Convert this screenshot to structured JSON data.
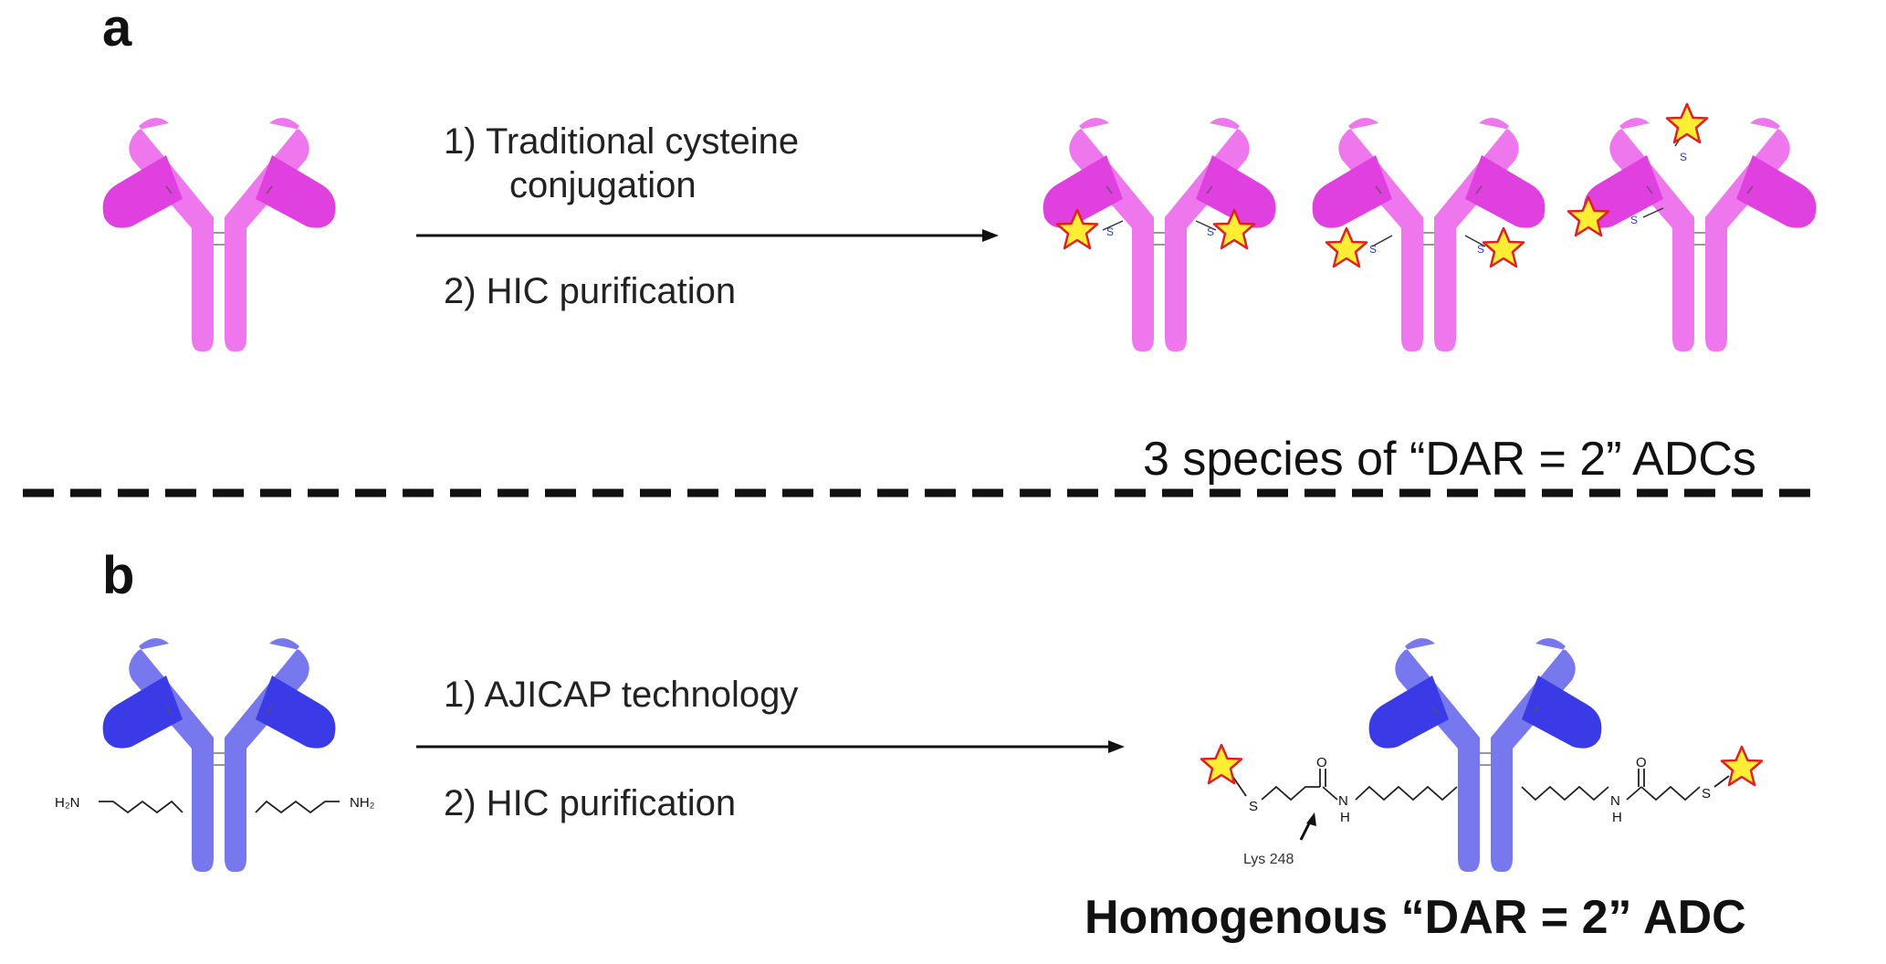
{
  "panel_a": {
    "label": "a",
    "step1": "1)  Traditional cysteine",
    "step1_cont": "conjugation",
    "step2": "2)  HIC purification",
    "caption": "3 species of “DAR = 2” ADCs",
    "antibody_color": "#ee77ee",
    "fab_color": "#e040e0",
    "sulfur_label": "S"
  },
  "panel_b": {
    "label": "b",
    "step1": "1)  AJICAP technology",
    "step2": "2)  HIC purification",
    "caption": "Homogenous “DAR = 2” ADC",
    "antibody_color": "#7777ee",
    "fab_color": "#3a3ae6",
    "amine_left": "H₂N",
    "amine_right": "NH₂",
    "sulfur_label": "S",
    "oxygen_label": "O",
    "nh_label": "N",
    "h_label": "H",
    "lys_label": "Lys 248"
  },
  "colors": {
    "star_fill": "#ffee33",
    "star_stroke": "#e02020",
    "divider": "#111111",
    "arrow": "#111111"
  }
}
